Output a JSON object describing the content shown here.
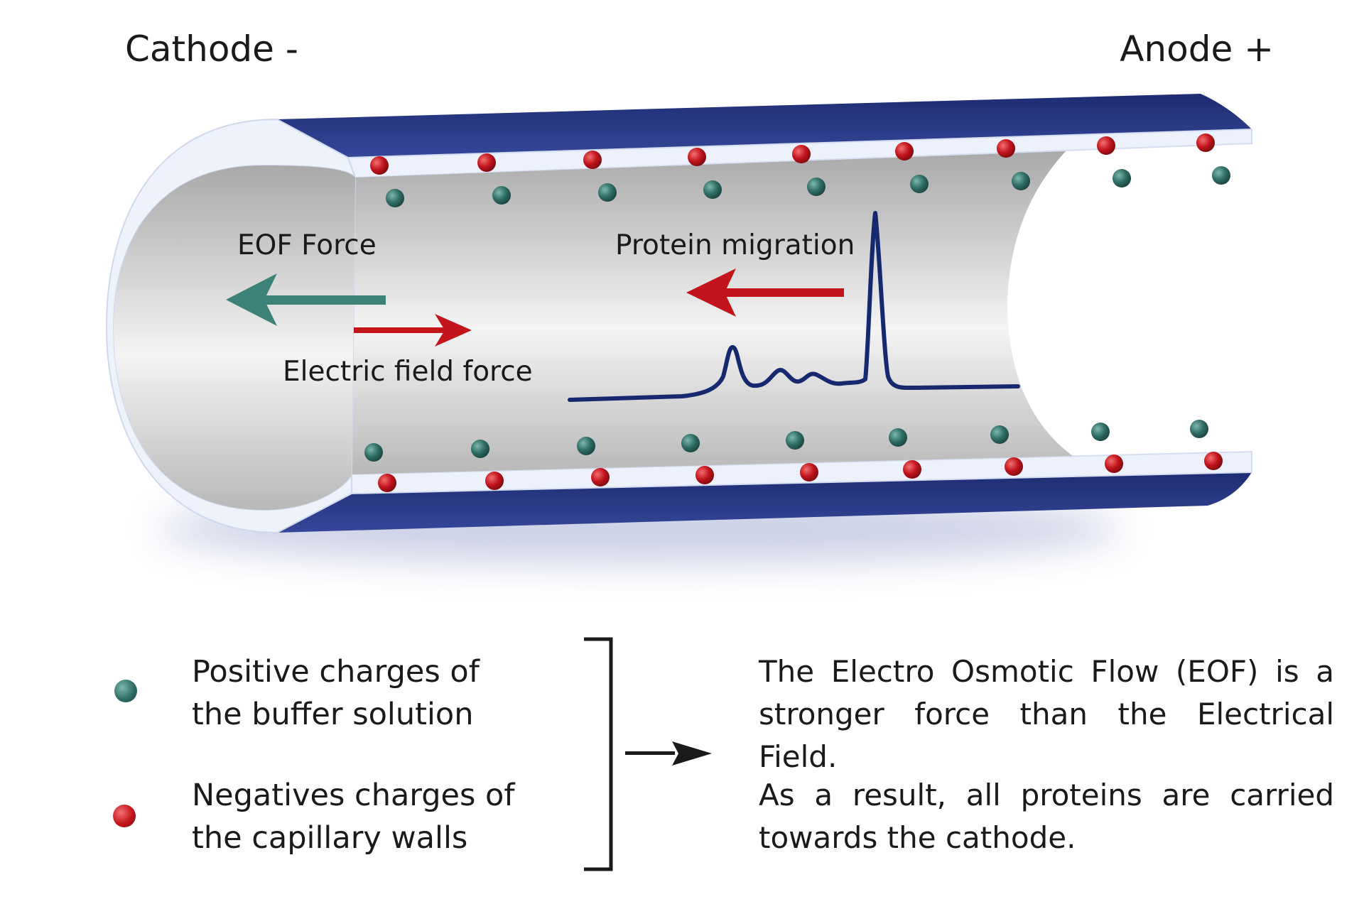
{
  "labels": {
    "cathode": "Cathode -",
    "anode": "Anode +",
    "eof_force": "EOF Force",
    "electric_field_force": "Electric field force",
    "protein_migration": "Protein migration"
  },
  "legend": {
    "positive": {
      "line1": "Positive charges of",
      "line2": "the buffer solution",
      "color": "#2f6e66"
    },
    "negative": {
      "line1": "Negatives charges of",
      "line2": "the capillary walls",
      "color": "#c3141c"
    }
  },
  "explanation": {
    "paragraph1": "The Electro Osmotic Flow (EOF) is a stronger force than the Electrical Field.",
    "paragraph2": "As a result, all proteins are carried towards the cathode."
  },
  "colors": {
    "capillary_wall": "#2b3a85",
    "capillary_inner": "#ecf1fb",
    "positive_charge": "#2f6e66",
    "negative_charge": "#c3141c",
    "eof_arrow": "#3d8278",
    "electric_arrow": "#c3141c",
    "signal_trace": "#17296e"
  },
  "icons": [
    "positive-charge-icon",
    "negative-charge-icon",
    "bracket-icon",
    "result-arrow-icon"
  ]
}
